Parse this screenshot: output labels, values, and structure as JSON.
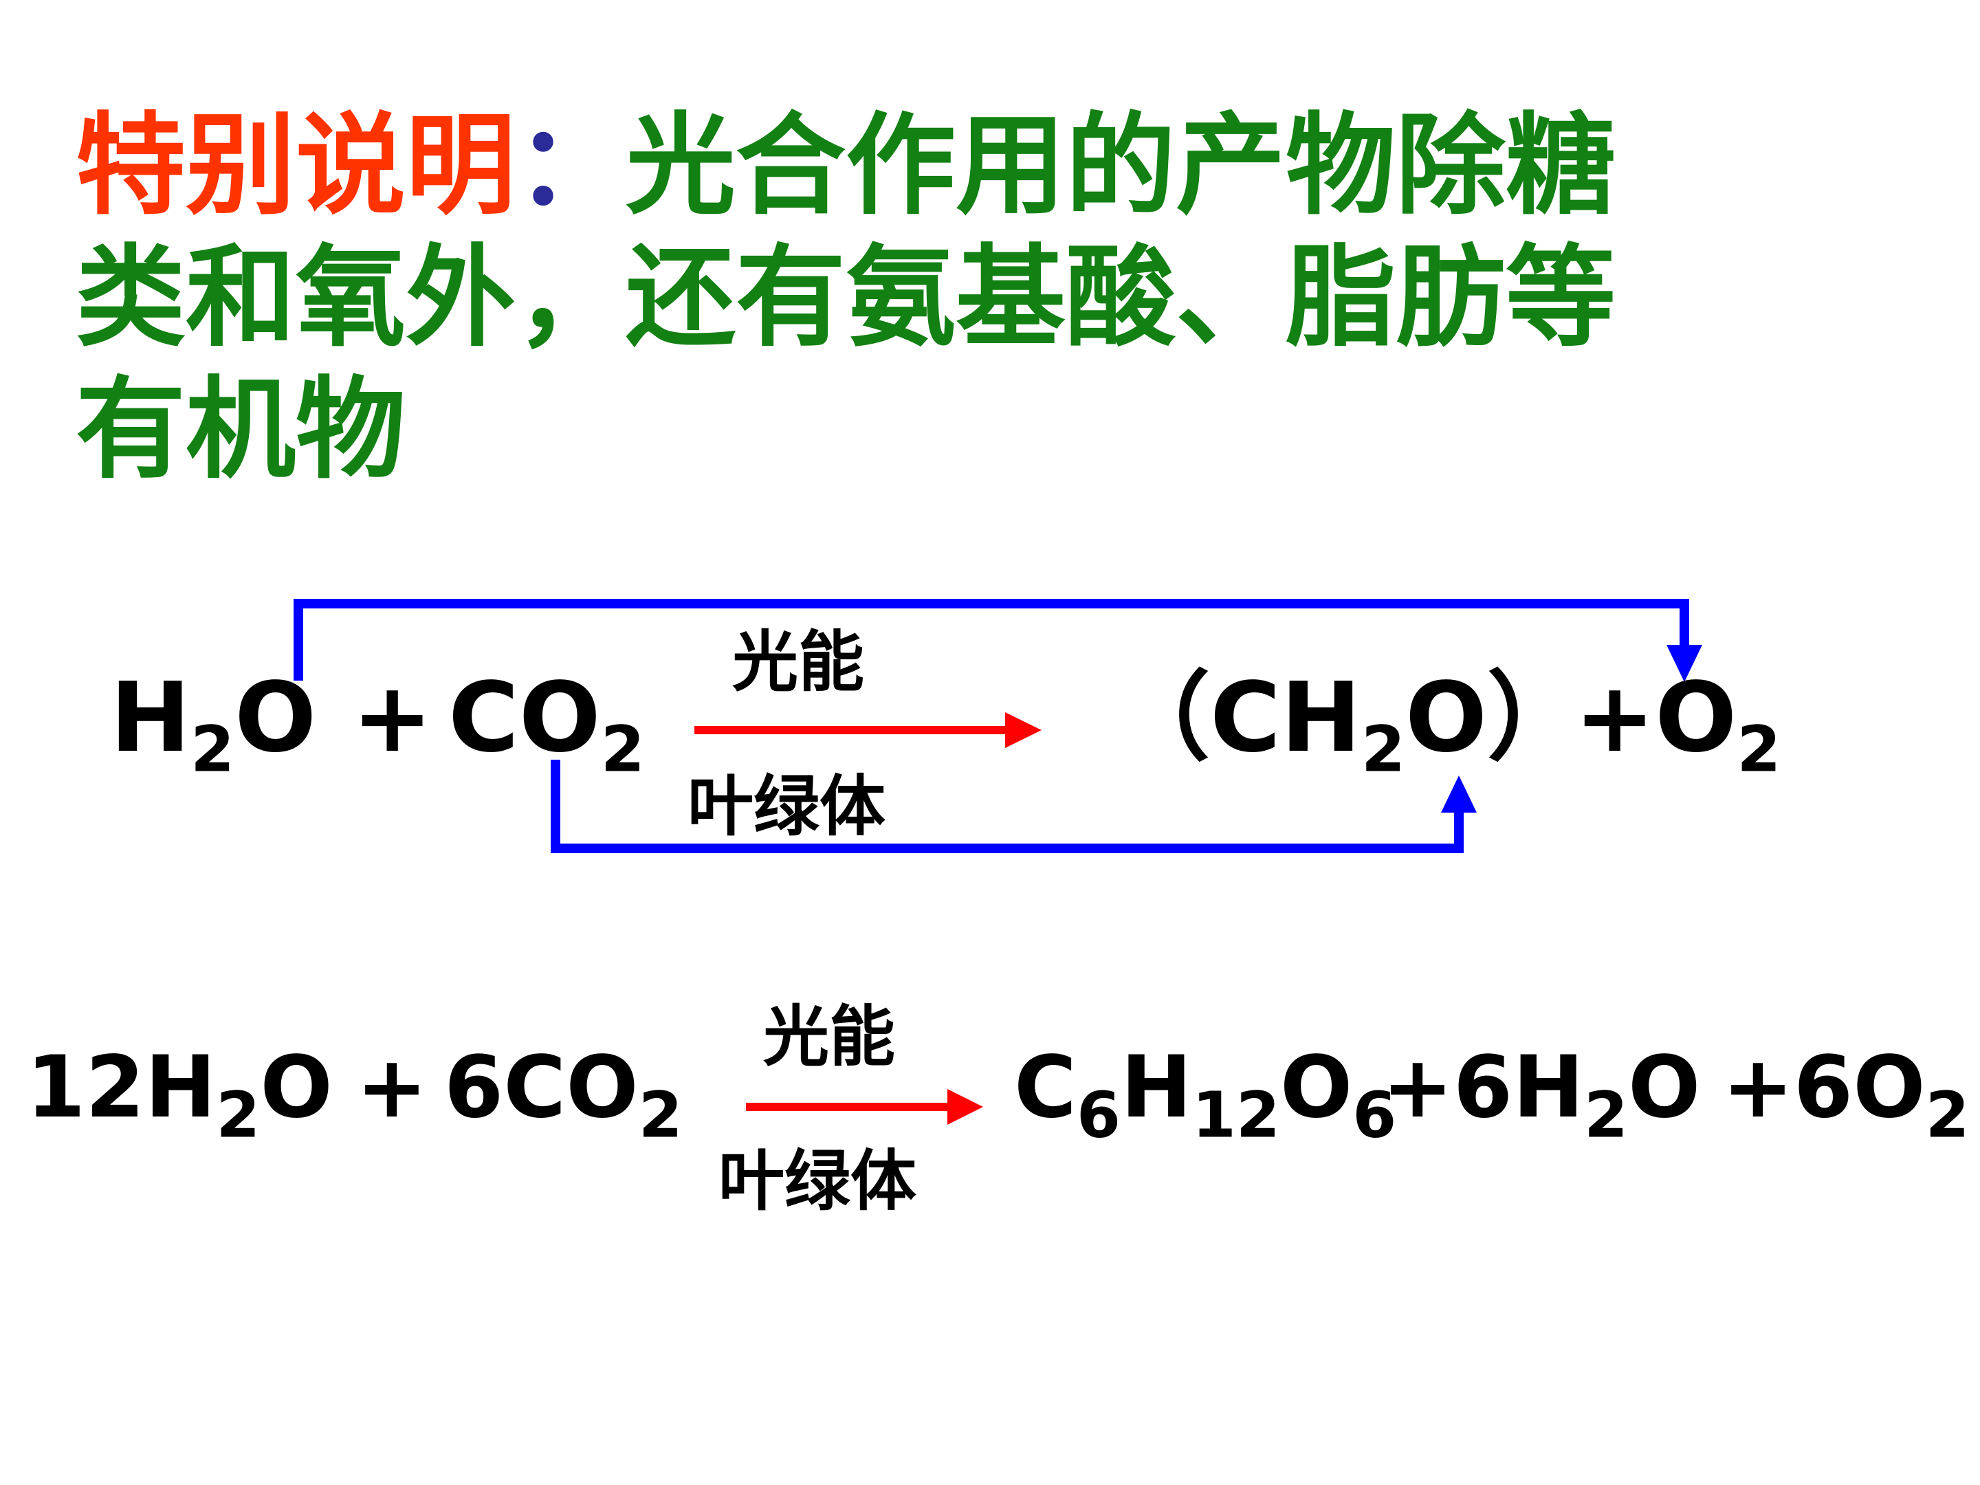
{
  "heading": {
    "label": "特别说明",
    "colon": "：",
    "line1": "光合作用的产物除糖",
    "line2": "类和氧外，还有氨基酸、脂肪等",
    "line3": "有机物"
  },
  "eq1": {
    "h2o": {
      "el1": "H",
      "sub1": "2",
      "el2": "O"
    },
    "plus": "+",
    "co2": {
      "el1": "CO",
      "sub1": "2"
    },
    "condition_top": "光能",
    "condition_bottom": "叶绿体",
    "product1": {
      "open": "（",
      "el1": "CH",
      "sub1": "2",
      "el2": "O",
      "close": "）"
    },
    "product2": {
      "plus": "+",
      "el1": "O",
      "sub1": "2"
    }
  },
  "eq2": {
    "reactant1": {
      "coef": "12",
      "el1": "H",
      "sub1": "2",
      "el2": "O"
    },
    "plus": "+",
    "reactant2": {
      "coef": "6",
      "el1": "CO",
      "sub1": "2"
    },
    "condition_top": "光能",
    "condition_bottom": "叶绿体",
    "product1": {
      "el1": "C",
      "sub1": "6",
      "el2": "H",
      "sub2": "12",
      "el3": "O",
      "sub3": "6"
    },
    "product2": {
      "plus": "+",
      "coef": "6",
      "el1": "H",
      "sub1": "2",
      "el2": "O"
    },
    "product3": {
      "plus": "+",
      "coef": "6",
      "el1": "O",
      "sub1": "2"
    }
  },
  "colors": {
    "heading_label": "#ff3300",
    "heading_body": "#138013",
    "colon": "#2a2a99",
    "reaction_arrow": "#ff0000",
    "tracer_arrow": "#0000ff"
  }
}
